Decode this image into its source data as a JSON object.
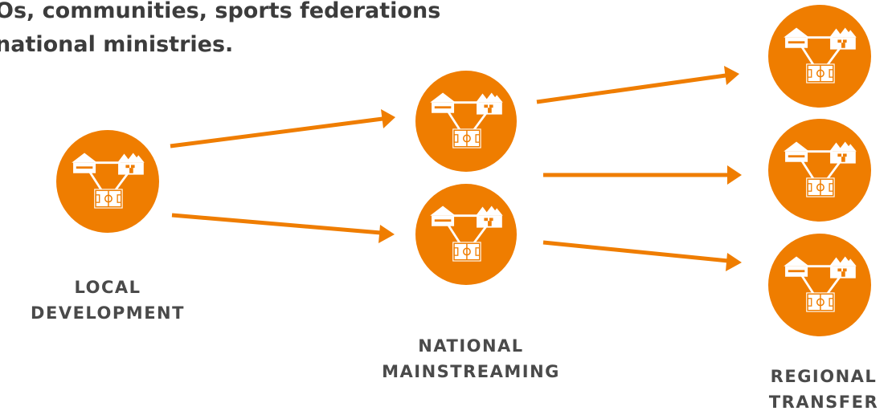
{
  "intro": {
    "line1": "Os, communities, sports federations",
    "line2": "national ministries."
  },
  "stages": {
    "local": {
      "line1": "LOCAL",
      "line2": "DEVELOPMENT"
    },
    "national": {
      "line1": "NATIONAL",
      "line2": "MAINSTREAMING"
    },
    "regional": {
      "line1": "REGIONAL",
      "line2": "TRANSFER"
    }
  },
  "colors": {
    "accent": "#ef7d00",
    "text": "#4a4a4a",
    "icon": "#ffffff"
  },
  "icons": [
    "community-network-icon"
  ]
}
